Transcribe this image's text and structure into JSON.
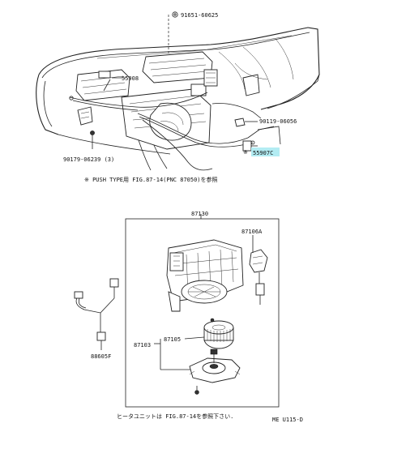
{
  "labels": {
    "p91651": "91651-60625",
    "p55908": "55908",
    "p90119": "90119-06056",
    "p55907c": "55907C",
    "p90179": "90179-06239 (3)",
    "push_note": "※ PUSH TYPE用 FIG.87-14(PNC 87050)を参照",
    "p87130": "87130",
    "p87106a": "87106A",
    "p88605f": "88605F",
    "p87103": "87103",
    "p87105": "87105",
    "heater_note": "ヒータユニットは FIG.87-14を参照下さい.",
    "code": "ME U115-D",
    "star": "※"
  },
  "colors": {
    "highlight": "#b3ecf3",
    "line": "#222222"
  }
}
